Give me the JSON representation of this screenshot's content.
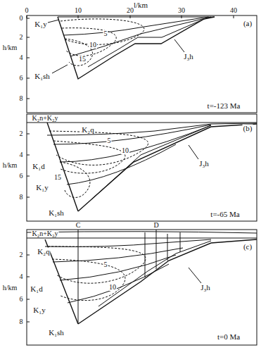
{
  "diagram": {
    "labels": [
      "l/km",
      "0",
      "10",
      "20",
      "30",
      "40",
      "(a)",
      "0",
      "2",
      "4",
      "6",
      "8",
      "h/km",
      "K₁y",
      "5",
      "10",
      "15",
      "K₁sh",
      "J₃h",
      "t=-123 Ma",
      "(b)",
      "K₂n+K₂y",
      "K₂q",
      "2",
      "4",
      "6",
      "8",
      "h/km",
      "5",
      "10",
      "K₁d",
      "15",
      "K₁y",
      "K₁sh",
      "J₃h",
      "t=-65 Ma",
      "C",
      "D",
      "(c)",
      "K₂n+K₂y",
      "K₂q",
      "2",
      "4",
      "6",
      "8",
      "h/km",
      "5",
      "10",
      "K₁d",
      "K₁y",
      "K₁sh",
      "J₃h",
      "t=0 Ma"
    ]
  }
}
